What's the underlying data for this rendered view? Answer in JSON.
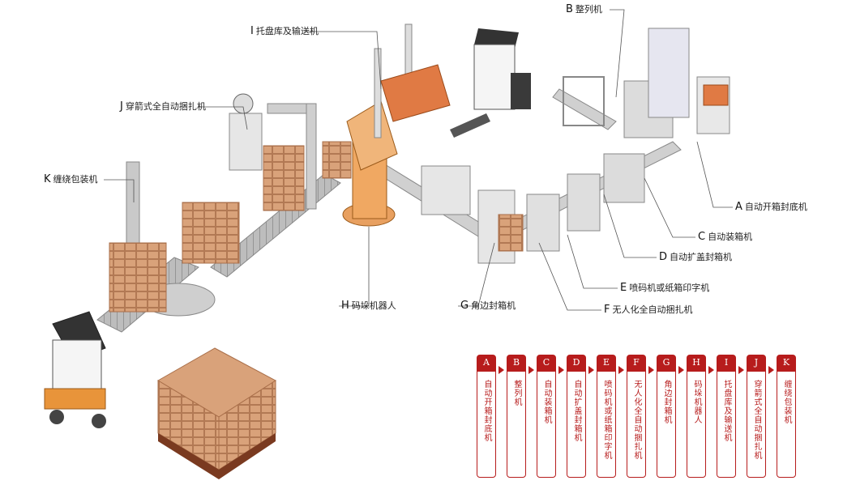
{
  "labels": {
    "A": {
      "letter": "A",
      "text": "自动开箱封底机"
    },
    "B": {
      "letter": "B",
      "text": "整列机"
    },
    "C": {
      "letter": "C",
      "text": "自动装箱机"
    },
    "D": {
      "letter": "D",
      "text": "自动扩盖封箱机"
    },
    "E": {
      "letter": "E",
      "text": "喷码机或纸箱印字机"
    },
    "F": {
      "letter": "F",
      "text": "无人化全自动捆扎机"
    },
    "G": {
      "letter": "G",
      "text": "角边封箱机"
    },
    "H": {
      "letter": "H",
      "text": "码垛机器人"
    },
    "I": {
      "letter": "I",
      "text": "托盘库及输送机"
    },
    "J": {
      "letter": "J",
      "text": "穿箭式全自动捆扎机"
    },
    "K": {
      "letter": "K",
      "text": "缠绕包装机"
    }
  },
  "flow": [
    {
      "letter": "A",
      "name": "自动开箱封底机"
    },
    {
      "letter": "B",
      "name": "整列机"
    },
    {
      "letter": "C",
      "name": "自动装箱机"
    },
    {
      "letter": "D",
      "name": "自动扩盖封箱机"
    },
    {
      "letter": "E",
      "name": "喷码机或纸箱印字机"
    },
    {
      "letter": "F",
      "name": "无人化全自动捆扎机"
    },
    {
      "letter": "G",
      "name": "角边封箱机"
    },
    {
      "letter": "H",
      "name": "码垛机器人"
    },
    {
      "letter": "I",
      "name": "托盘库及输送机"
    },
    {
      "letter": "J",
      "name": "穿箭式全自动捆扎机"
    },
    {
      "letter": "K",
      "name": "缠绕包装机"
    }
  ],
  "colors": {
    "accent": "#b71c1c",
    "box": "#d9a27a",
    "machine": "#c9c9c9",
    "robot": "#f0a862"
  }
}
